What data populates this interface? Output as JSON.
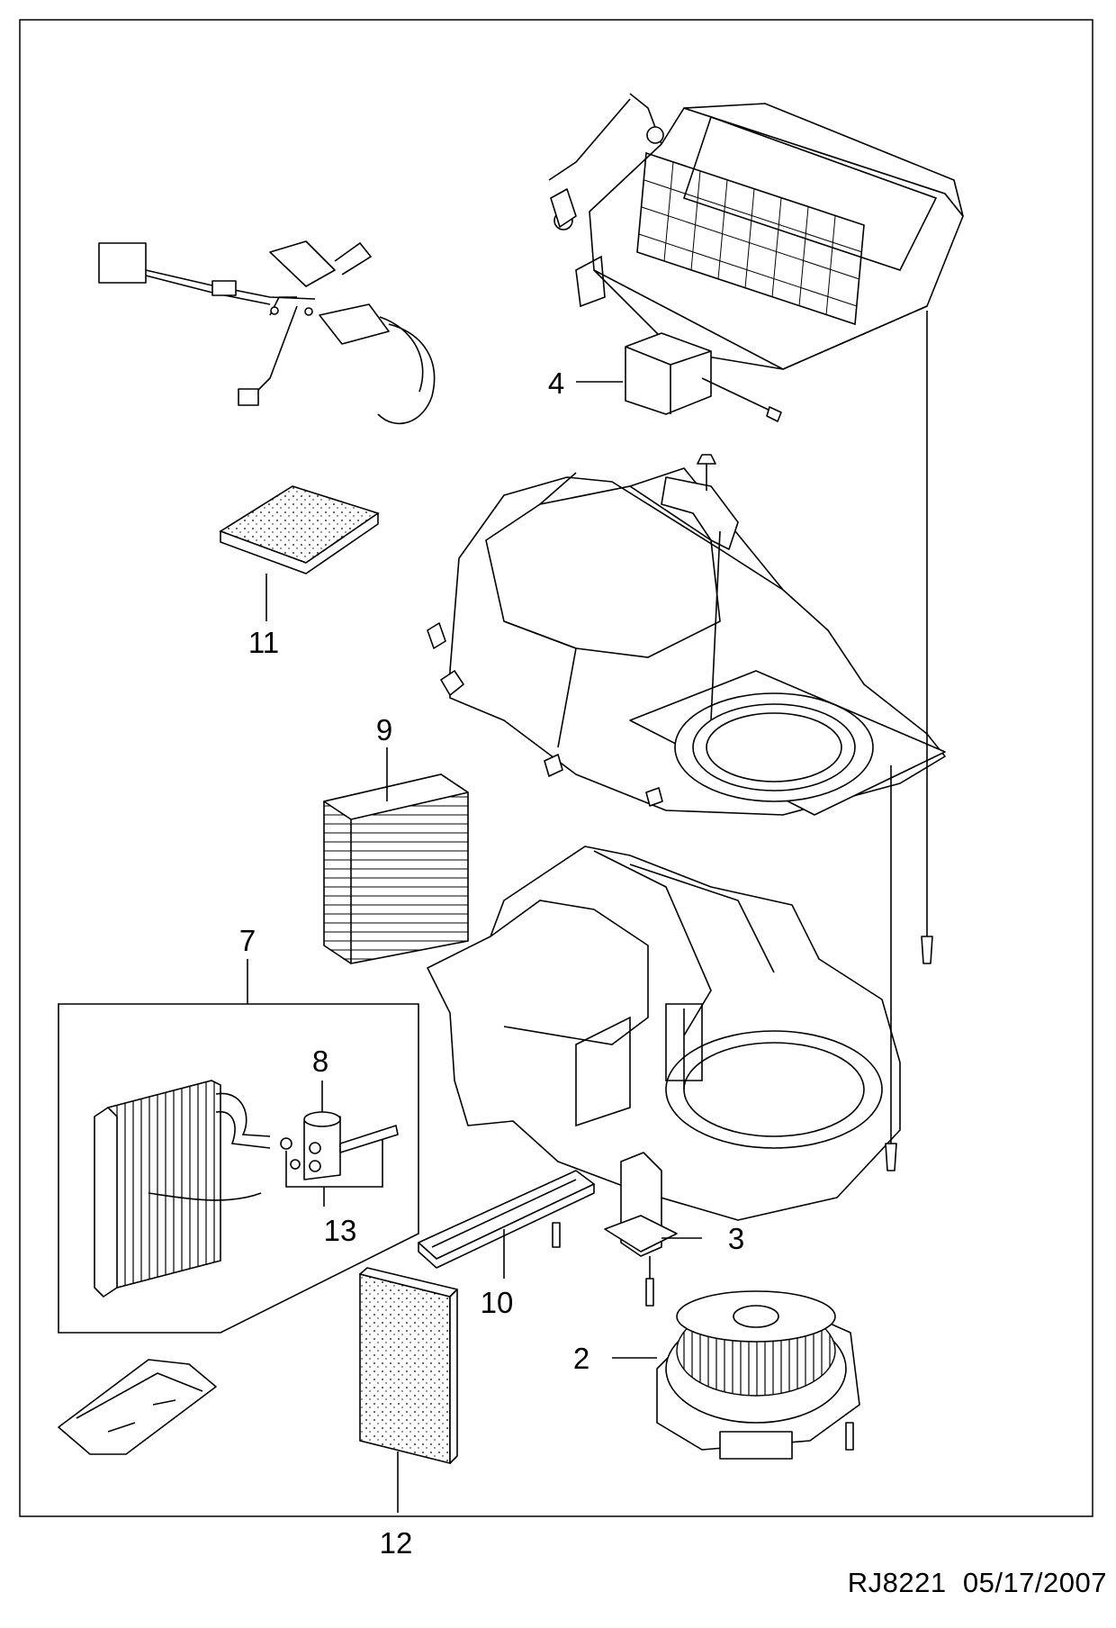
{
  "callouts": {
    "c2": "2",
    "c3": "3",
    "c4": "4",
    "c7": "7",
    "c8": "8",
    "c9": "9",
    "c10": "10",
    "c11": "11",
    "c12": "12",
    "c13": "13"
  },
  "footer": {
    "doc_id": "RJ8221",
    "date": "05/17/2007"
  }
}
